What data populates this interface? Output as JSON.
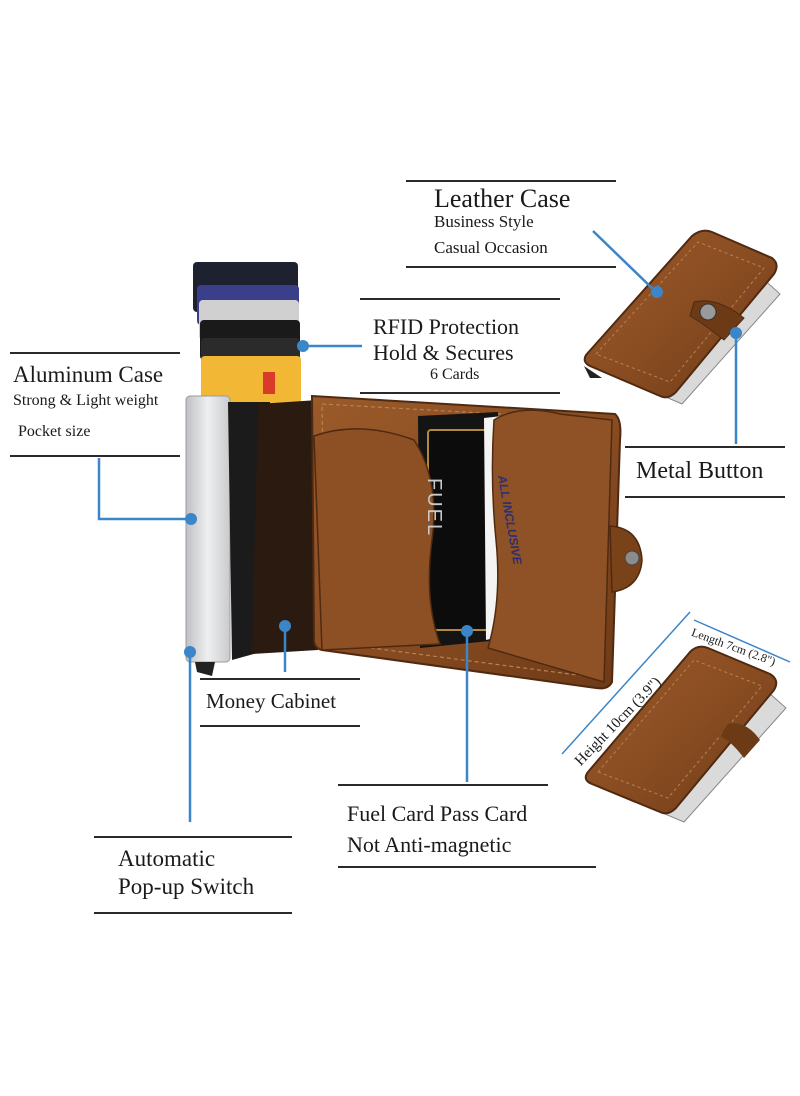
{
  "leather_case": {
    "title": "Leather Case",
    "line1": "Business Style",
    "line2": "Casual Occasion"
  },
  "rfid": {
    "title": "RFID Protection",
    "line1": "Hold & Secures",
    "line2": "6 Cards"
  },
  "aluminum": {
    "title": "Aluminum Case",
    "line1": "Strong & Light weight",
    "line2": "Pocket size"
  },
  "metal_button": {
    "title": "Metal Button"
  },
  "money_cabinet": {
    "title": "Money Cabinet"
  },
  "fuel": {
    "line1": "Fuel Card  Pass Card",
    "line2": "Not Anti-magnetic"
  },
  "popup": {
    "line1": "Automatic",
    "line2": "Pop-up Switch"
  },
  "dimensions": {
    "length": "Length 7cm (2.8\")",
    "height": "Height  10cm (3.9\")"
  },
  "card_texts": {
    "fuel": "FUEL",
    "all_inclusive": "ALL INCLUSIVE"
  },
  "colors": {
    "leather": "#8a4d22",
    "leather_dark": "#5e3214",
    "aluminum": "#d6d7d9",
    "callout": "#3a86c8"
  }
}
